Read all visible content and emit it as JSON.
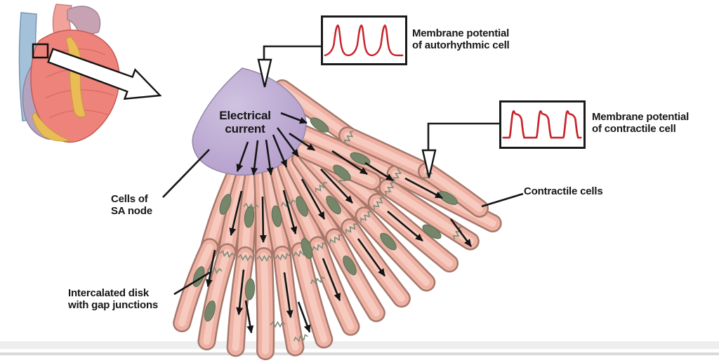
{
  "colors": {
    "waveform_red": "#c8232c",
    "sa_node_purple": "#b7a2cd",
    "cell_pink": "#eeb1a3",
    "cell_outline_brown": "#a5786b",
    "nucleus_green": "#75866b",
    "arrow_black": "#141414"
  },
  "icons": {
    "heart_inset": "heart-with-sa-node-locator",
    "zoom_arrow": "hollow-zoom-arrow",
    "autorhythmic_waveform": "pacemaker-potential-trace",
    "contractile_waveform": "plateau-action-potential-trace",
    "pointer_arrows": "hollow-pointer-arrow"
  },
  "callouts": {
    "autorhythmic": {
      "line1": "Membrane potential",
      "line2": "of autorhythmic cell"
    },
    "contractile": {
      "line1": "Membrane potential",
      "line2": "of contractile cell"
    },
    "electrical_current": {
      "line1": "Electrical",
      "line2": "current"
    },
    "sa_node": {
      "line1": "Cells of",
      "line2": "SA node"
    },
    "intercalated": {
      "line1": "Intercalated disk",
      "line2": "with gap junctions"
    },
    "contractile_cells": {
      "label": "Contractile cells"
    }
  }
}
